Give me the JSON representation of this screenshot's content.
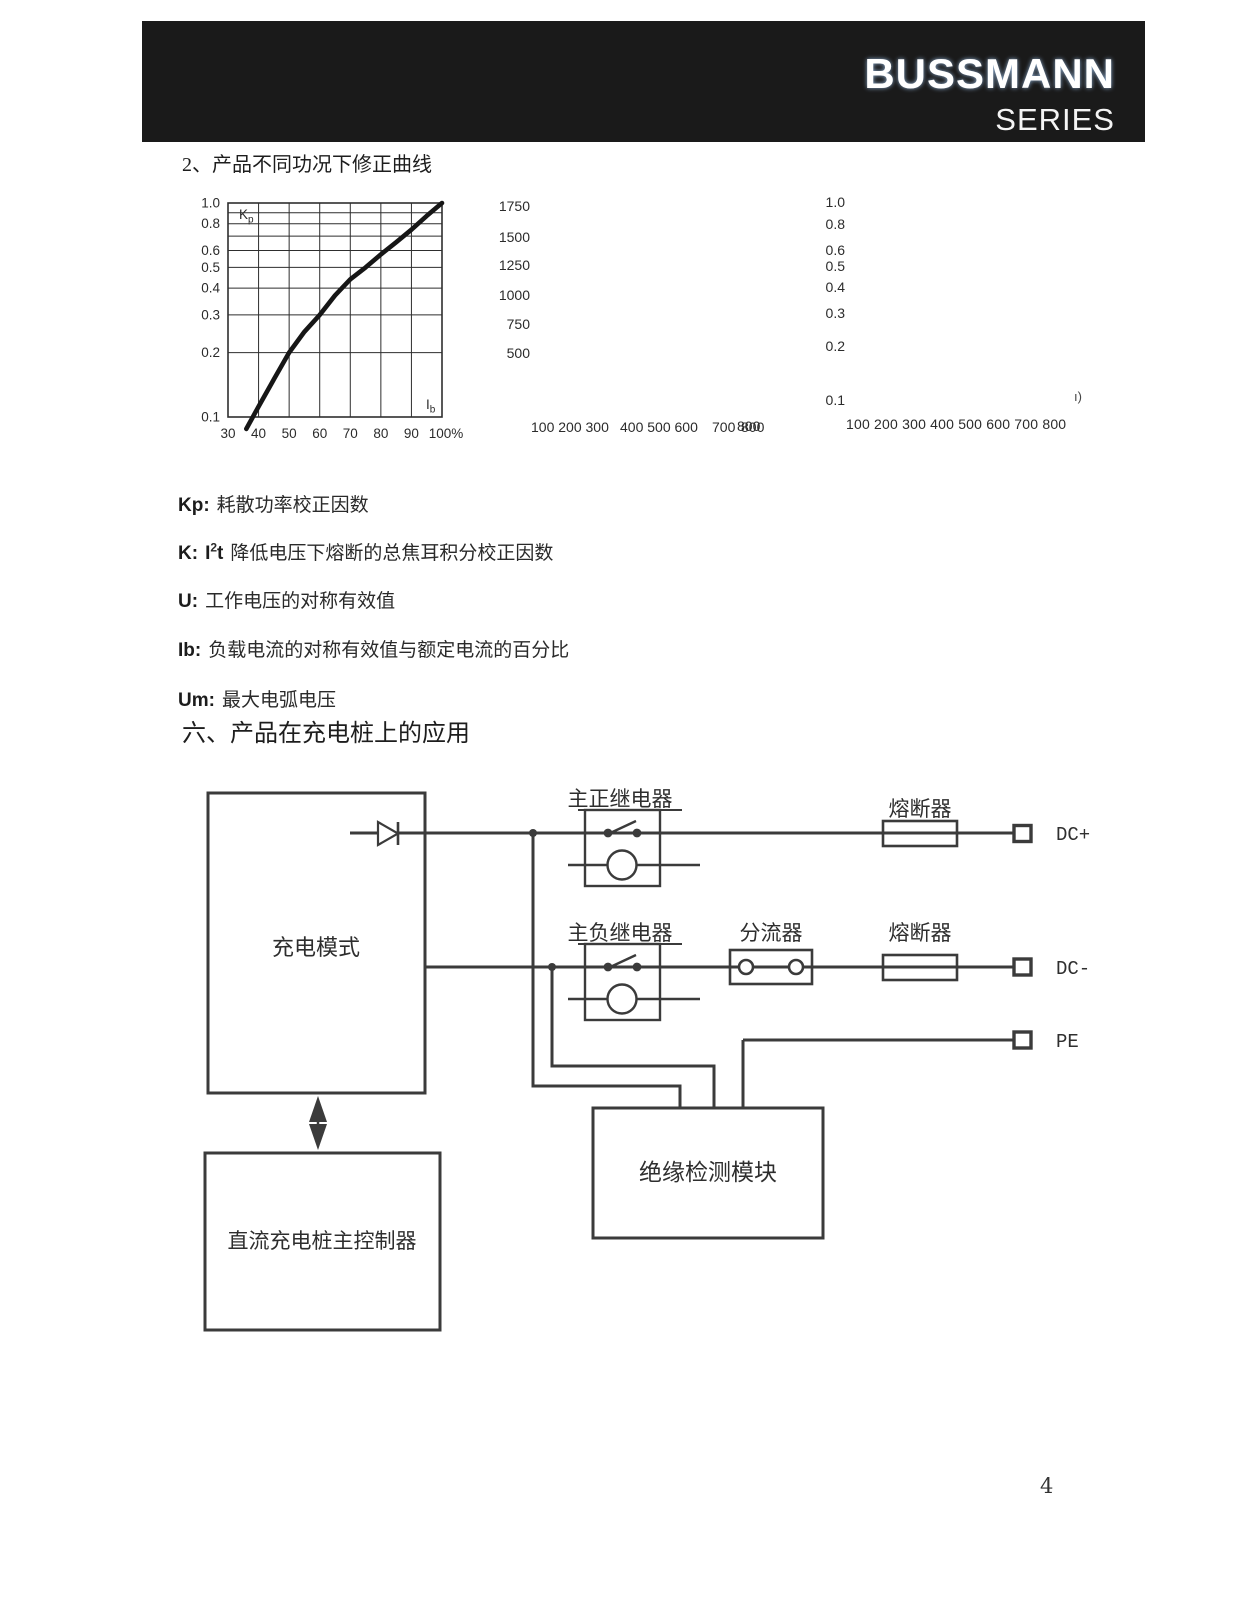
{
  "header": {
    "brand": "BUSSMANN",
    "series": "SERIES",
    "bg_color": "#1a1a1a",
    "fg_color": "#ffffff"
  },
  "sections": {
    "correction_curves_title": "2、产品不同功况下修正曲线",
    "application_title": "六、产品在充电桩上的应用"
  },
  "chart_data": [
    {
      "type": "line",
      "name": "power-dissipation-correction-curve",
      "ylabel": "Kp",
      "xlabel": "Ib",
      "xlim": [
        30,
        100
      ],
      "x_ticks": [
        30,
        40,
        50,
        60,
        70,
        80,
        90
      ],
      "x_end_label": "100%",
      "yscale": "log",
      "ylim": [
        0.1,
        1.0
      ],
      "y_tick_labels": [
        "1.0",
        "0.8",
        "0.6",
        "0.5",
        "0.4",
        "0.3",
        "0.2",
        "0.1"
      ],
      "grid": true,
      "points": [
        [
          36,
          0.088
        ],
        [
          40,
          0.112
        ],
        [
          45,
          0.15
        ],
        [
          50,
          0.2
        ],
        [
          55,
          0.25
        ],
        [
          60,
          0.3
        ],
        [
          65,
          0.37
        ],
        [
          70,
          0.44
        ],
        [
          75,
          0.5
        ],
        [
          80,
          0.575
        ],
        [
          85,
          0.655
        ],
        [
          90,
          0.75
        ],
        [
          95,
          0.87
        ],
        [
          100,
          1.0
        ]
      ]
    },
    {
      "type": "line",
      "name": "blank-plot-left",
      "note": "plot area blank in source; only tick labels visible",
      "y_tick_labels": [
        "1750",
        "1500",
        "1250",
        "1000",
        "750",
        "500"
      ],
      "x_tick_labels": [
        "100 200 300",
        "400 500 600",
        "700",
        "800",
        "800"
      ]
    },
    {
      "type": "line",
      "name": "blank-plot-right",
      "note": "plot area blank in source; only tick labels visible",
      "y_tick_labels": [
        "1.0",
        "0.8",
        "0.6",
        "0.5",
        "0.4",
        "0.3",
        "0.2",
        "0.1"
      ],
      "x_tick_labels": [
        "100 200 300 400 500 600 700 800"
      ],
      "stray_mark": "ı)"
    }
  ],
  "definitions": {
    "kp_term": "Kp:",
    "kp_text": "耗散功率校正因数",
    "k_term": "K:",
    "k_i": "I",
    "k_sup": "2",
    "k_t": "t",
    "k_text": "降低电压下熔断的总焦耳积分校正因数",
    "u_term": "U:",
    "u_text": "工作电压的对称有效值",
    "ib_term": "Ib:",
    "ib_text": "负载电流的对称有效值与额定电流的百分比",
    "um_term": "Um:",
    "um_text": "最大电弧电压"
  },
  "diagram": {
    "charge_module": "充电模式",
    "main_positive_relay": "主正继电器",
    "main_negative_relay": "主负继电器",
    "fuse": "熔断器",
    "shunt": "分流器",
    "dc_plus": "DC+",
    "dc_minus": "DC-",
    "pe": "PE",
    "insulation_module": "绝缘检测模块",
    "main_controller": "直流充电桩主控制器"
  },
  "page": {
    "number": "4"
  }
}
